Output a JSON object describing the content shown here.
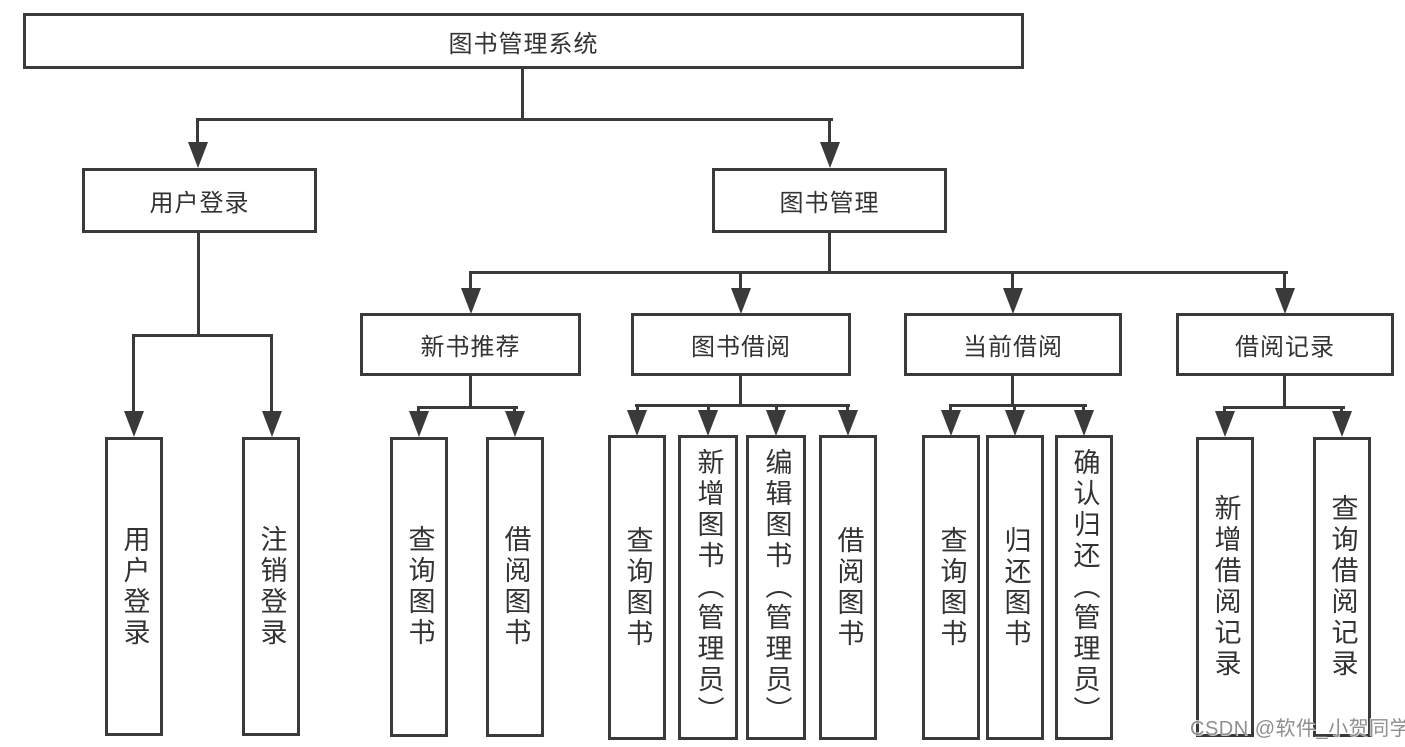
{
  "tree": {
    "root": {
      "label": "图书管理系统"
    },
    "level1": [
      {
        "label": "用户登录",
        "children": [
          {
            "label": "用户登录"
          },
          {
            "label": "注销登录"
          }
        ]
      },
      {
        "label": "图书管理",
        "children": [
          {
            "label": "新书推荐",
            "children": [
              {
                "label": "查询图书"
              },
              {
                "label": "借阅图书"
              }
            ]
          },
          {
            "label": "图书借阅",
            "children": [
              {
                "label": "查询图书"
              },
              {
                "label": "新增图书（管理员）"
              },
              {
                "label": "编辑图书（管理员）"
              },
              {
                "label": "借阅图书"
              }
            ]
          },
          {
            "label": "当前借阅",
            "children": [
              {
                "label": "查询图书"
              },
              {
                "label": "归还图书"
              },
              {
                "label": "确认归还（管理员）"
              }
            ]
          },
          {
            "label": "借阅记录",
            "children": [
              {
                "label": "新增借阅记录"
              },
              {
                "label": "查询借阅记录"
              }
            ]
          }
        ]
      }
    ]
  },
  "watermark": {
    "text": "CSDN @软件_小贺同学"
  },
  "colors": {
    "line": "#3a3a3a",
    "box_border": "#3a3a3a",
    "box_bg": "#ffffff",
    "text": "#333333",
    "background": "#ffffff",
    "watermark": "#8f8f8f"
  }
}
